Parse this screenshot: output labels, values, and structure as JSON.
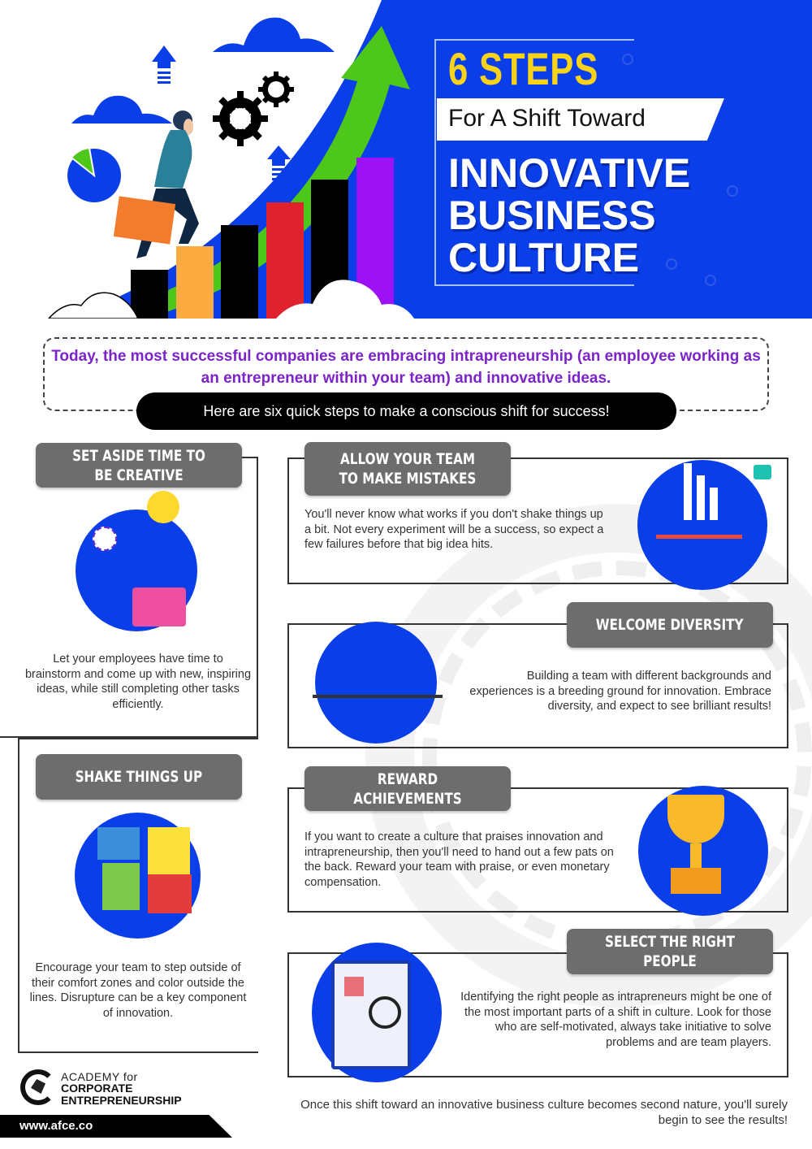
{
  "hero": {
    "steps_label": "6 STEPS",
    "subtitle": "For A Shift Toward",
    "title_lines": [
      "INNOVATIVE",
      "BUSINESS",
      "CULTURE"
    ],
    "colors": {
      "blue": "#0a3ee8",
      "yellow": "#f9d31a",
      "green": "#4dc81a"
    }
  },
  "intro": {
    "headline": "Today, the most successful companies are embracing intrapreneurship (an employee working as an entrepreneur within your team) and innovative ideas.",
    "pill": "Here are six quick steps to make a conscious shift for success!",
    "headline_color": "#7d24c9"
  },
  "steps": [
    {
      "title": "Set Aside Time To Be Creative",
      "body": "Let your employees have time to brainstorm and come up with new, inspiring ideas, while still completing other tasks efficiently."
    },
    {
      "title": "Allow Your Team To Make Mistakes",
      "body": "You'll never know what works if you don't shake things up a bit. Not every experiment will be a success, so expect a few failures before that big idea hits."
    },
    {
      "title": "Welcome Diversity",
      "body": "Building a team with different backgrounds and experiences is a breeding ground for innovation. Embrace diversity, and expect to see brilliant results!"
    },
    {
      "title": "Shake Things Up",
      "body": "Encourage your team to step outside of their comfort zones and color outside the lines. Disrupture can be a key component of innovation."
    },
    {
      "title": "Reward Achievements",
      "body": "If you want to create a culture that praises innovation and intrapreneurship, then you'll need to hand out a few pats on the back. Reward your team with praise, or even monetary compensation."
    },
    {
      "title": "Select The Right People",
      "body": "Identifying the right people as intrapreneurs might be one of the most important parts of a shift in culture. Look for those who are self-motivated, always take initiative to solve problems and are team players."
    }
  ],
  "footer": {
    "logo_line1": "ACADEMY for",
    "logo_line2": "CORPORATE",
    "logo_line3": "ENTREPRENEURSHIP",
    "url": "www.afce.co",
    "closing": "Once this shift toward an innovative business culture becomes second nature, you'll surely begin to see the results!"
  }
}
